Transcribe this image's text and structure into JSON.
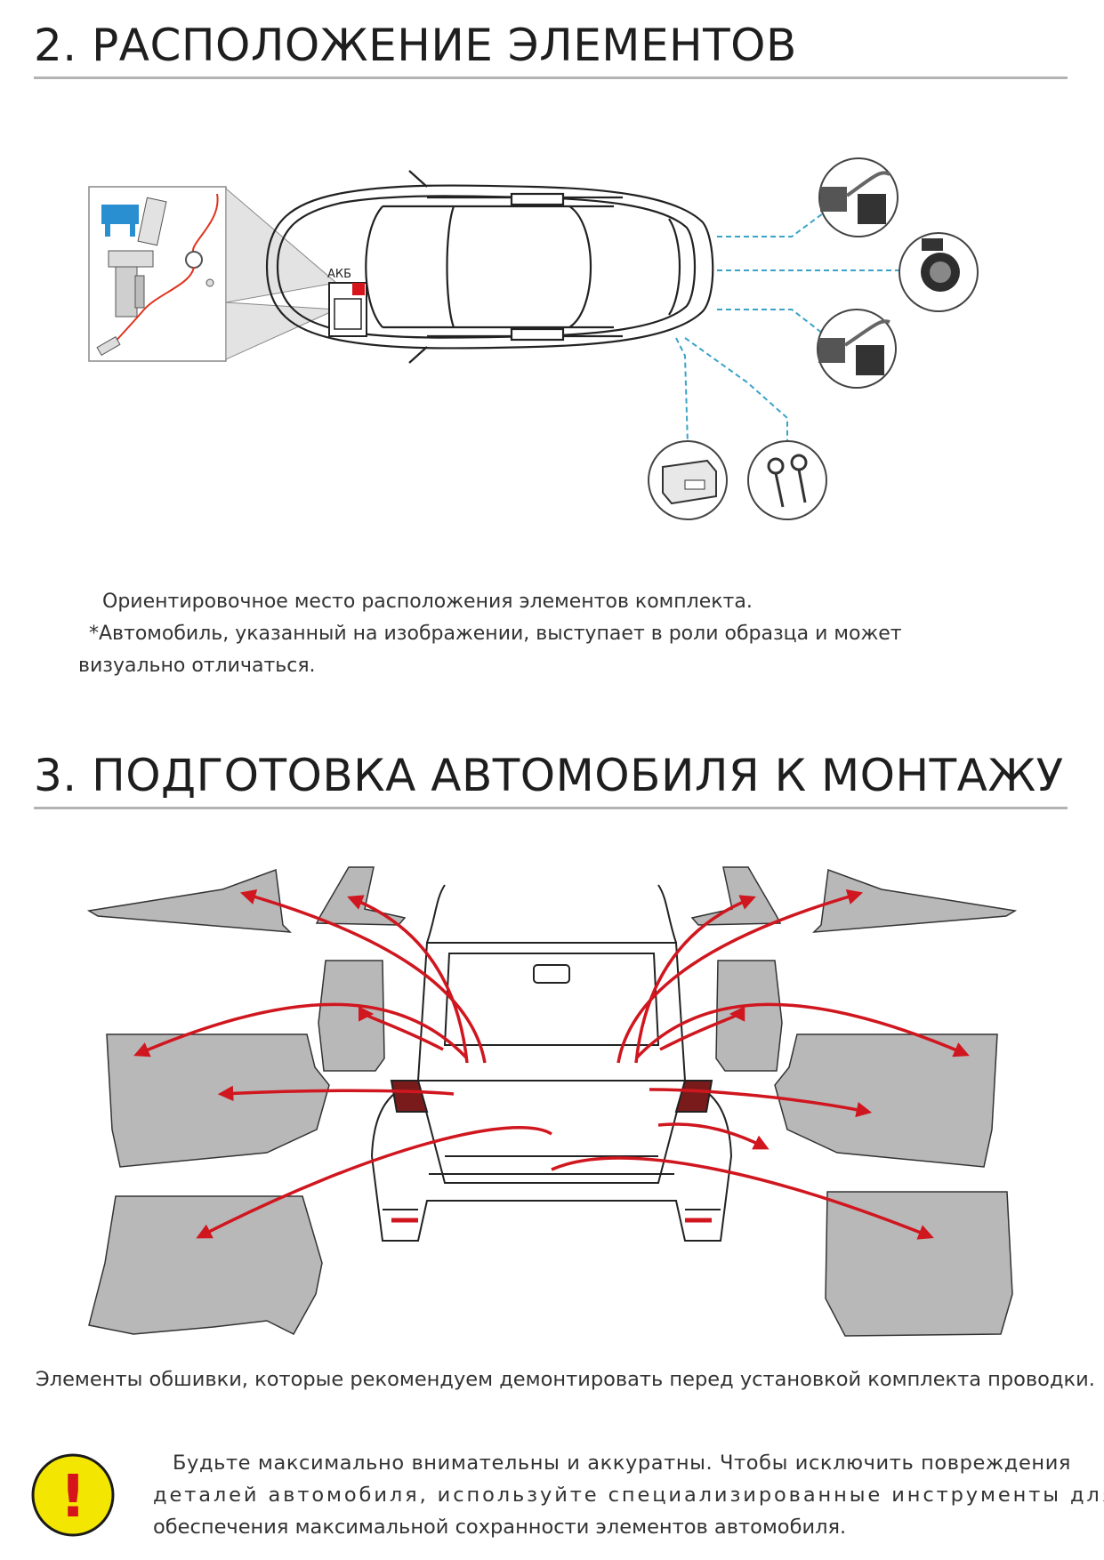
{
  "section2": {
    "title": "2. РАСПОЛОЖЕНИЕ ЭЛЕМЕНТОВ",
    "battery_label": "АКБ",
    "caption_line1": "Ориентировочное место расположения элементов комплекта.",
    "caption_line2": "*Автомобиль, указанный на изображении, выступает в роли образца и может",
    "caption_line3": "визуально отличаться."
  },
  "section3": {
    "title": "3. ПОДГОТОВКА АВТОМОБИЛЯ К МОНТАЖУ",
    "caption": "Элементы обшивки, которые рекомендуем демонтировать перед установкой комплекта проводки."
  },
  "warning": {
    "icon_symbol": "!",
    "line1": "Будьте максимально внимательны и аккуратны. Чтобы исключить повреждения",
    "line2": "деталей автомобиля, используйте специализированные инструменты для",
    "line3": "обеспечения максимальной сохранности элементов автомобиля."
  },
  "colors": {
    "arrow_red": "#d0161e",
    "leader_teal": "#3aa3c8",
    "panel_gray": "#b8b8b8",
    "warning_yellow": "#f3e600",
    "warning_mark": "#d6141b"
  }
}
